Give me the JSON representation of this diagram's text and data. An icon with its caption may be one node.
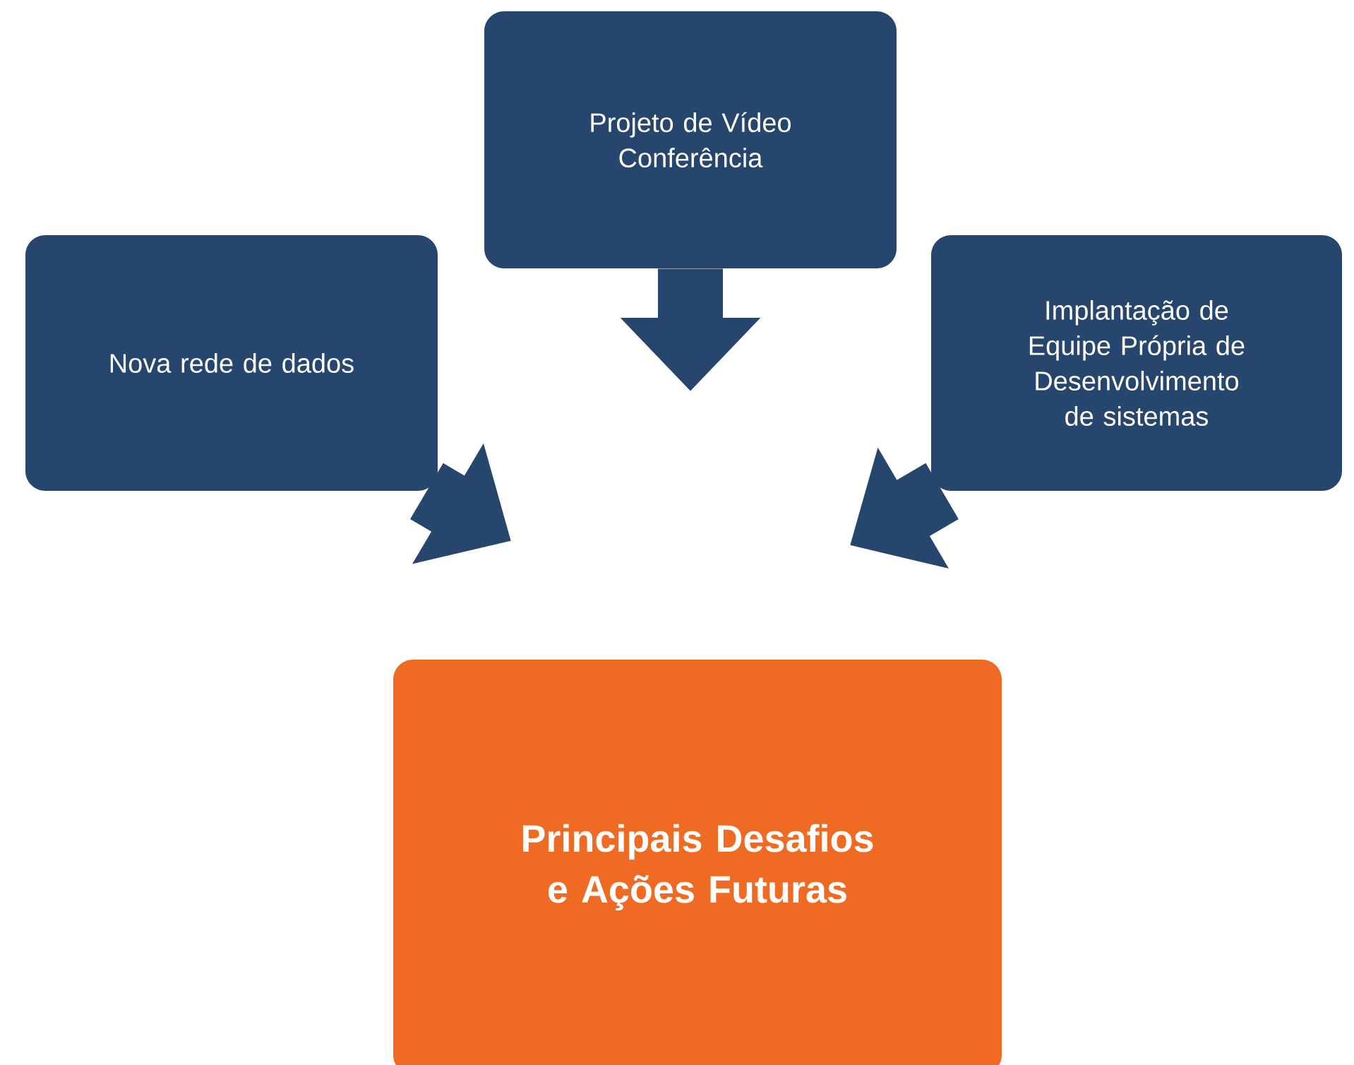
{
  "diagram": {
    "nodes": [
      {
        "text": [
          "Nova rede de dados"
        ]
      },
      {
        "text": [
          "Projeto de Vídeo Conferência"
        ]
      },
      {
        "text": [
          "Implantação de Equipe Própria de Desenvolvimento de sistemas"
        ]
      },
      {
        "text": [
          "Principais Desafios e Ações Futuras"
        ]
      }
    ],
    "edges": [
      {
        "from": 0,
        "to": null,
        "arrow": "to"
      },
      {
        "from": 1,
        "to": null,
        "arrow": "to"
      },
      {
        "from": 2,
        "to": null,
        "arrow": "to"
      }
    ]
  }
}
